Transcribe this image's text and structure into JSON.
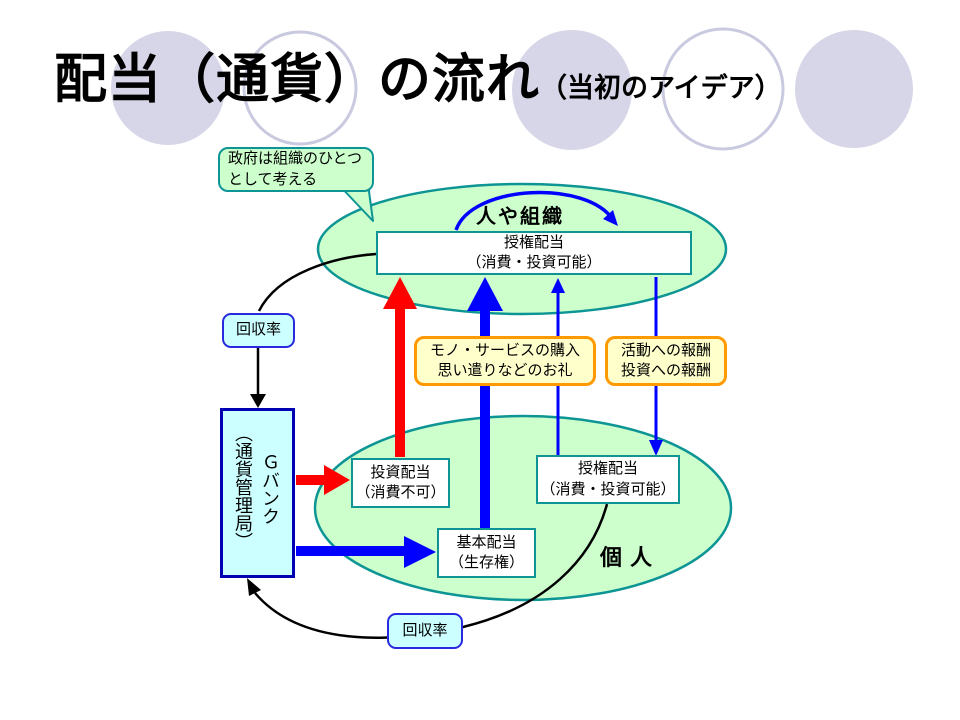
{
  "slide": {
    "title": "配当（通貨）の流れ",
    "subtitle": "（当初のアイデア）"
  },
  "callout": {
    "lines": [
      "政府は組織のひとつ",
      "として考える"
    ]
  },
  "org_group": {
    "label": "人や組織",
    "dividend_box": {
      "lines": [
        "授権配当",
        "（消費・投資可能）"
      ]
    }
  },
  "gbank": {
    "name_column": "Ｇバンク",
    "dept_column": "（通貨管理局）"
  },
  "rate_top": {
    "label": "回収率"
  },
  "rate_bottom": {
    "label": "回収率"
  },
  "purchase_box": {
    "lines": [
      "モノ・サービスの購入",
      "思い遣りなどのお礼"
    ]
  },
  "reward_box": {
    "lines": [
      "活動への報酬",
      "投資への報酬"
    ]
  },
  "individual_group": {
    "label": "個人",
    "investment_box": {
      "lines": [
        "投資配当",
        "（消費不可）"
      ]
    },
    "authorized_box": {
      "lines": [
        "授権配当",
        "（消費・投資可能）"
      ]
    },
    "basic_box": {
      "lines": [
        "基本配当",
        "（生存権）"
      ]
    }
  },
  "colors": {
    "ellipse_fill": "#ccffcc",
    "ellipse_border": "#0d9494",
    "cyan_fill": "#ccffff",
    "rate_border": "#2929e0",
    "gbank_border": "#0000b3",
    "yellow_fill": "#ffffcc",
    "orange_border": "#ff9900",
    "red_arrow": "#ff0000",
    "blue_arrow": "#0000ff",
    "black_arrow": "#000000",
    "circle_fill": "#d6d6e8",
    "circle_ring": "#c9c9e0"
  }
}
